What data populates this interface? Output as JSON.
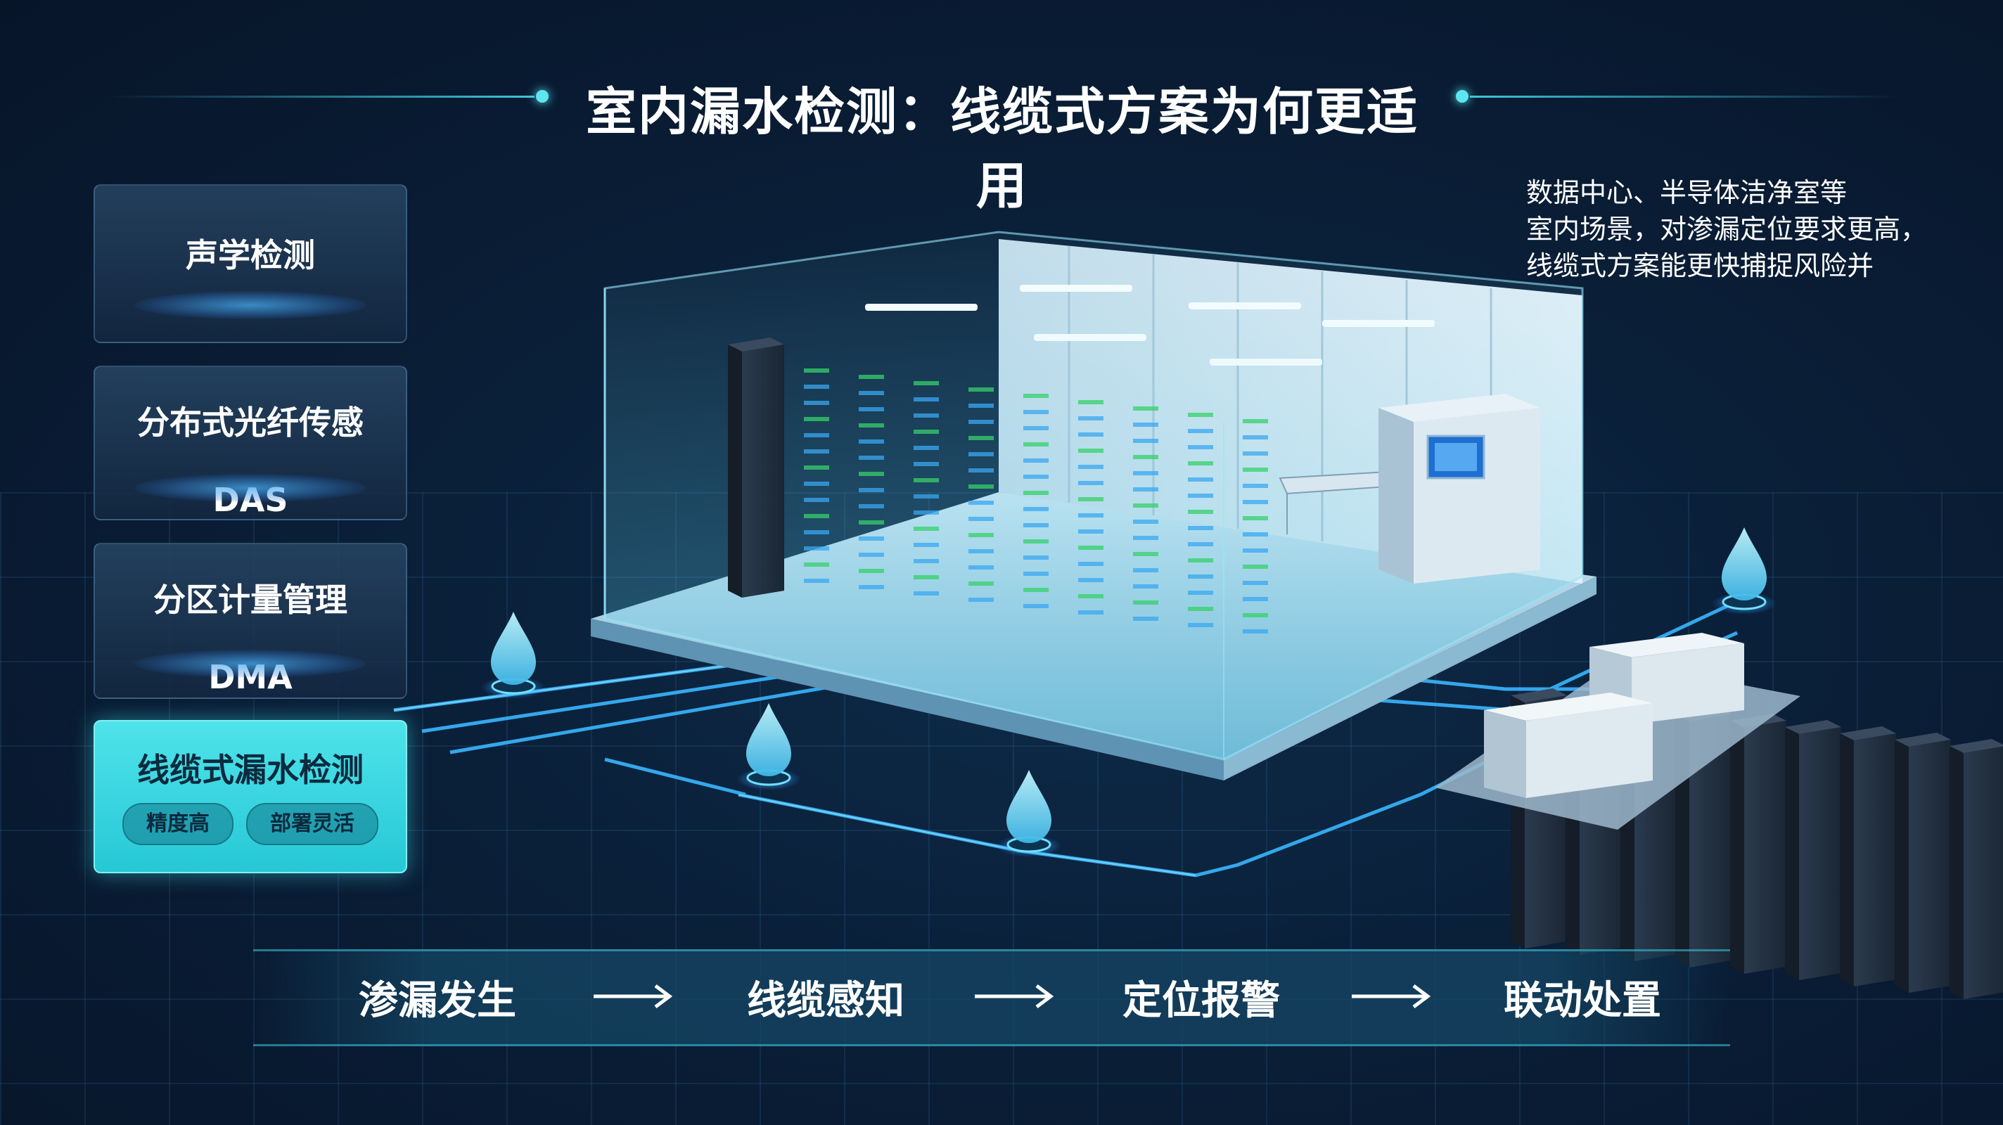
{
  "title": "室内漏水检测：线缆式方案为何更适用",
  "methods": [
    {
      "name": "声学检测"
    },
    {
      "name": "分布式光纤传感",
      "abbr": "DAS"
    },
    {
      "name": "分区计量管理",
      "abbr": "DMA"
    },
    {
      "name": "线缆式漏水检测",
      "tags": [
        "精度高",
        "部署灵活"
      ],
      "highlighted": true
    }
  ],
  "description": [
    "数据中心、半导体洁净室等",
    "室内场景，对渗漏定位要求更高，",
    "线缆式方案能更快捕捉风险并"
  ],
  "flow": {
    "steps": [
      "渗漏发生",
      "线缆感知",
      "定位报警",
      "联动处置"
    ]
  },
  "colors": {
    "accent": "#3cc8dc",
    "highlight_card": "#3fd9e2",
    "background": "#0a1f38"
  },
  "icons": [
    "water-drop-icon",
    "arrow-right-icon"
  ]
}
